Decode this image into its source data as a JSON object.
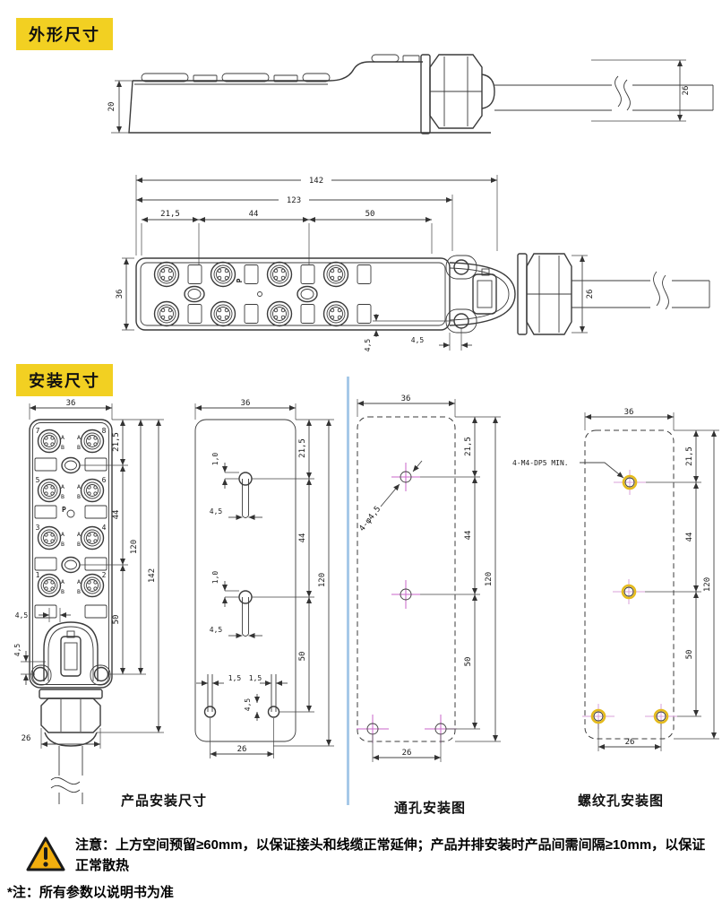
{
  "sections": {
    "outline_title": "外形尺寸",
    "install_title": "安装尺寸"
  },
  "side_view": {
    "dim_height": "20",
    "dim_cable": "26"
  },
  "top_view": {
    "dim_total": "142",
    "dim_body": "123",
    "dim_seg1": "21,5",
    "dim_seg2": "44",
    "dim_seg3": "50",
    "dim_width": "36",
    "dim_off_v": "4,5",
    "dim_off_h": "4,5",
    "dim_gland": "26",
    "center_label": "P"
  },
  "product_view": {
    "dim_width": "36",
    "dim_top": "21,5",
    "dim_mid": "44",
    "dim_len": "120",
    "dim_total": "142",
    "dim_slot": "4,5",
    "dim_ear": "4,5",
    "dim_bottom": "50",
    "dim_gland": "26",
    "pin_a": "A",
    "pin_b": "B",
    "center_label": "P",
    "rows": [
      {
        "left": "7",
        "right": "8"
      },
      {
        "left": "5",
        "right": "6"
      },
      {
        "left": "3",
        "right": "4"
      },
      {
        "left": "1",
        "right": "2"
      }
    ]
  },
  "keyhole_view": {
    "dim_width": "36",
    "dim_top": "21,5",
    "dim_mid": "44",
    "dim_len": "120",
    "dim_bottom": "50",
    "dim_spacing": "26",
    "slot1_lip": "1,0",
    "slot1_w": "4,5",
    "slot2_lip": "1,0",
    "slot2_w": "4,5",
    "foot_w1": "1,5",
    "foot_w2": "1,5",
    "foot_off": "4,5"
  },
  "through_view": {
    "dim_width": "36",
    "dim_top": "21,5",
    "dim_mid": "44",
    "dim_len": "120",
    "dim_bottom": "50",
    "dim_spacing": "26",
    "hole_label": "4-φ4,5"
  },
  "thread_view": {
    "dim_width": "36",
    "dim_top": "21,5",
    "dim_mid": "44",
    "dim_len": "120",
    "dim_bottom": "50",
    "dim_spacing": "26",
    "hole_label": "4-M4-DP5 MIN."
  },
  "captions": {
    "product": "产品安装尺寸",
    "through": "通孔安装图",
    "thread": "螺纹孔安装图"
  },
  "notes": {
    "warning": "注意：上方空间预留≥60mm，以保证接头和线缆正常延伸；产品并排安装时产品间需间隔≥10mm，以保证正常散热",
    "footnote": "*注：所有参数以说明书为准"
  }
}
